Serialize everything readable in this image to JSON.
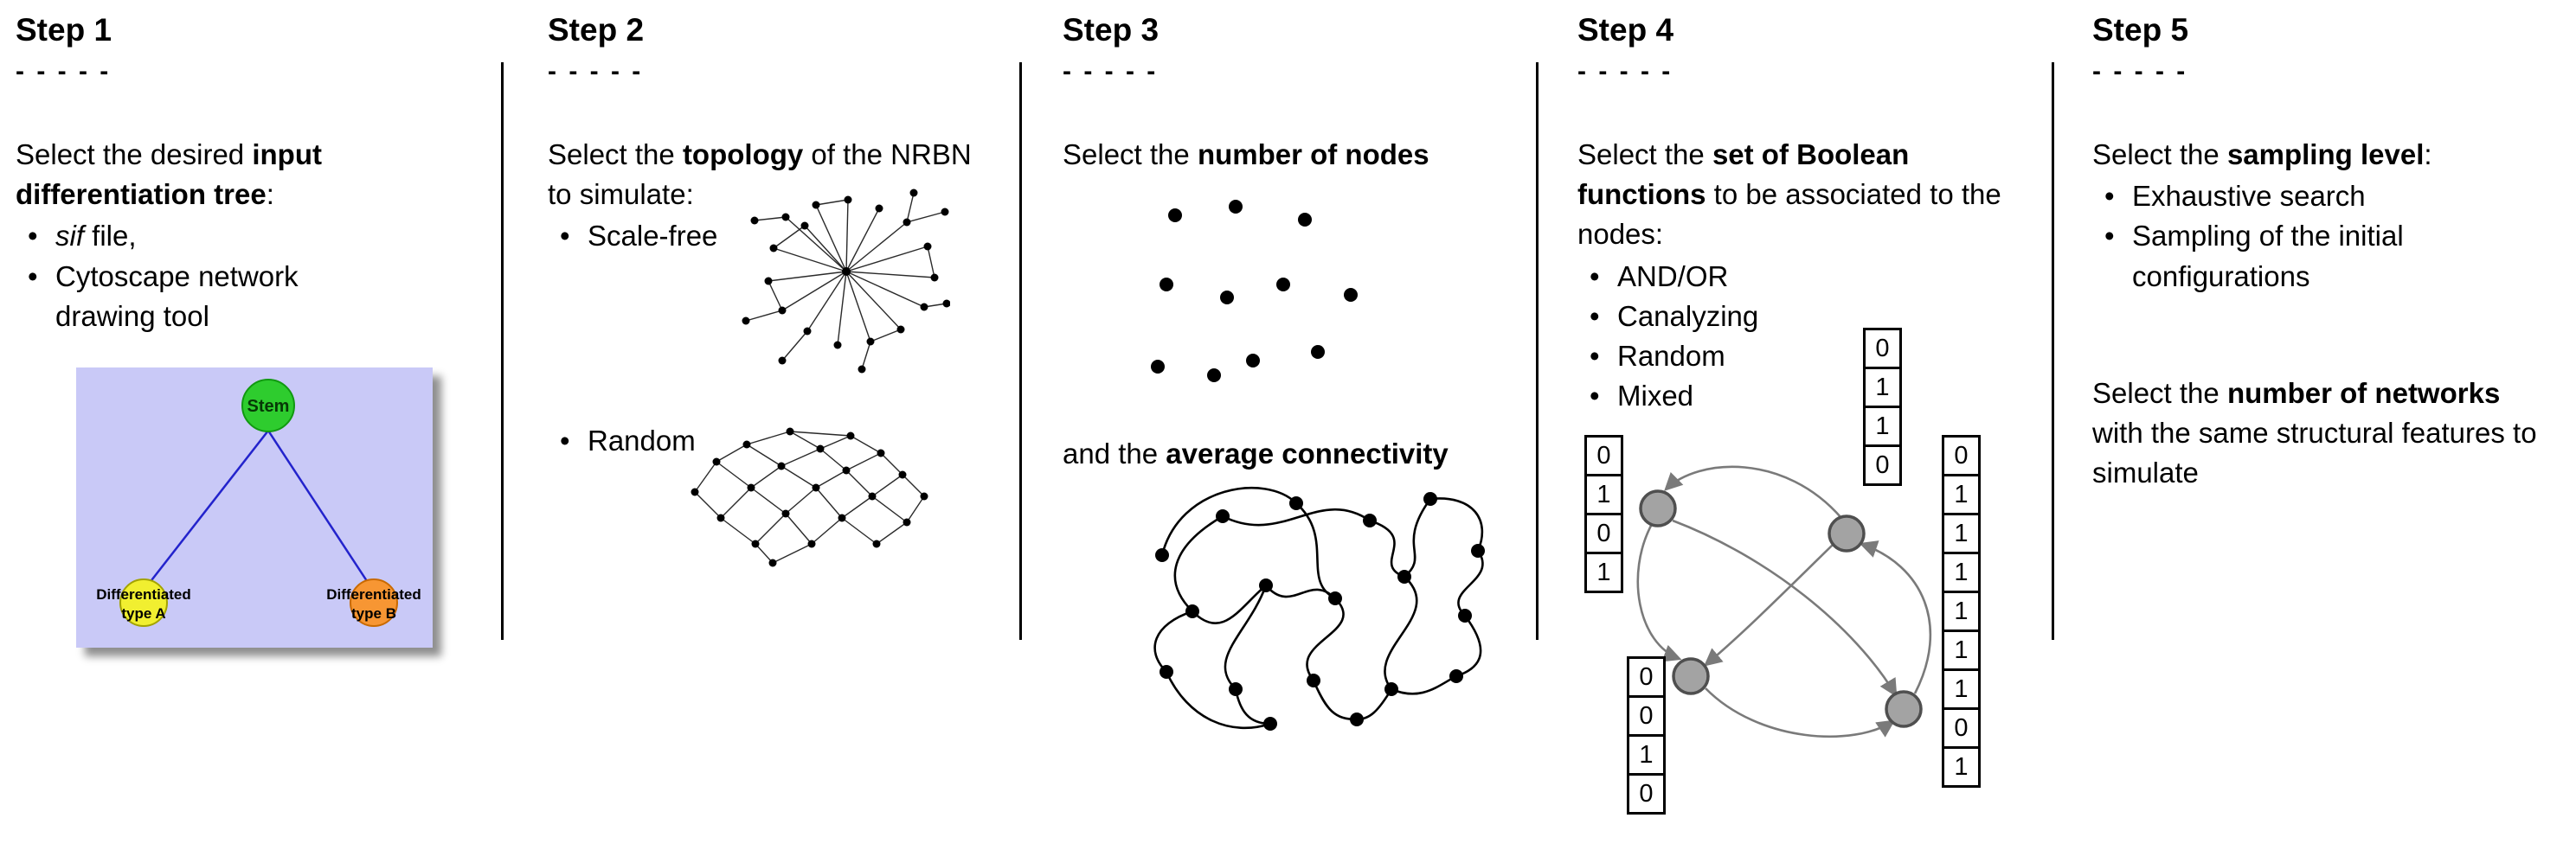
{
  "colors": {
    "page_bg": "#ffffff",
    "text": "#000000",
    "divider": "#000000",
    "tree_bg": "#c9c9f7",
    "stem_green": "#2ecc2e",
    "typeA_yellow": "#f1ef30",
    "typeB_orange": "#f79633",
    "tree_edge_blue": "#2323cc",
    "network_dot": "#000000",
    "boolean_node_fill": "#a3a3a3",
    "boolean_node_stroke": "#4f4f4f",
    "arrow_gray": "#7a7a7a"
  },
  "steps": [
    {
      "title": "Step 1",
      "dashes": "- - - - -",
      "intro": {
        "pre": "Select the desired ",
        "bold": "input differentiation tree",
        "post": ":"
      },
      "bullets": [
        {
          "italic": "sif",
          "text": " file,"
        },
        {
          "text": "Cytoscape network drawing tool"
        }
      ],
      "tree": {
        "root_label": "Stem",
        "left_label": [
          "Differentiated",
          "type A"
        ],
        "right_label": [
          "Differentiated",
          "type B"
        ]
      }
    },
    {
      "title": "Step 2",
      "dashes": "- - - - -",
      "intro": {
        "pre": "Select the ",
        "bold": "topology",
        "post": " of the NRBN to simulate:"
      },
      "bullets": [
        {
          "text": "Scale-free"
        },
        {
          "text": "Random"
        }
      ]
    },
    {
      "title": "Step 3",
      "dashes": "- - - - -",
      "intro": {
        "pre": "Select the ",
        "bold": "number of nodes",
        "post": ""
      },
      "second": {
        "pre": "and the ",
        "bold": "average connectivity",
        "post": ""
      }
    },
    {
      "title": "Step 4",
      "dashes": "- - - - -",
      "intro": {
        "pre": "Select the ",
        "bold": "set of Boolean functions",
        "post": " to be associated to the nodes:"
      },
      "bullets": [
        {
          "text": "AND/OR"
        },
        {
          "text": "Canalyzing"
        },
        {
          "text": "Random"
        },
        {
          "text": "Mixed"
        }
      ],
      "tables": {
        "top": [
          "0",
          "1",
          "1",
          "0"
        ],
        "left": [
          "0",
          "1",
          "0",
          "1"
        ],
        "bottom": [
          "0",
          "0",
          "1",
          "0"
        ],
        "right": [
          "0",
          "1",
          "1",
          "1",
          "1",
          "1",
          "1",
          "0",
          "1"
        ]
      }
    },
    {
      "title": "Step 5",
      "dashes": "- - - - -",
      "intro": {
        "pre": "Select the ",
        "bold": "sampling level",
        "post": ":"
      },
      "bullets": [
        {
          "text": "Exhaustive search"
        },
        {
          "text": "Sampling of the initial configurations"
        }
      ],
      "second": {
        "pre": "Select the ",
        "bold": "number of networks",
        "post": " with the same structural features to simulate"
      }
    }
  ]
}
